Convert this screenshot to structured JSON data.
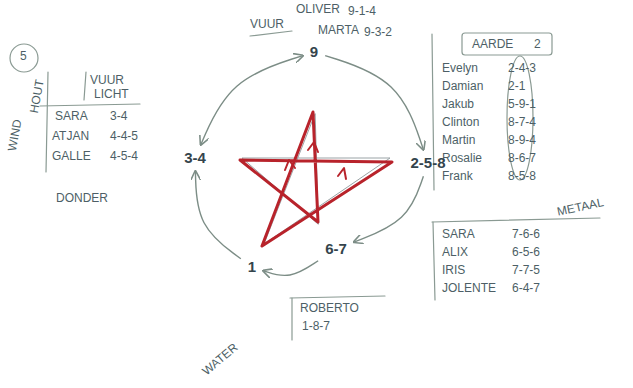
{
  "diagram": {
    "nodes": [
      {
        "text": [
          "9"
        ]
      },
      {
        "text": [
          "2-5-8"
        ]
      },
      {
        "text": [
          "6-7"
        ]
      },
      {
        "text": [
          "1"
        ]
      },
      {
        "text": [
          "3-4"
        ]
      }
    ],
    "edges": [
      {
        "from": 0,
        "to": 1,
        "arrow": "to"
      },
      {
        "from": 1,
        "to": 2,
        "arrow": "to"
      },
      {
        "from": 2,
        "to": 3,
        "arrow": "to"
      },
      {
        "from": 3,
        "to": 4,
        "arrow": "to"
      },
      {
        "from": 4,
        "to": 0,
        "arrow": "both"
      }
    ],
    "labels": [
      "VUUR",
      "OLIVER",
      "9-1-4",
      "MARTA",
      "9-3-2",
      "5",
      "WIND",
      "HOUT",
      "VUUR",
      "LICHT",
      "SARA",
      "3-4",
      "ATJAN",
      "4-4-5",
      "GALLE",
      "4-5-4",
      "DONDER",
      "AARDE",
      "2",
      "Evelyn",
      "2-4-3",
      "Damian",
      "2-1",
      "Jakub",
      "5-9-1",
      "Clinton",
      "8-7-4",
      "Martin",
      "8-9-4",
      "Rosalie",
      "8-6-7",
      "Frank",
      "8-5-8",
      "METAAL",
      "SARA",
      "7-6-6",
      "ALIX",
      "6-5-6",
      "IRIS",
      "7-7-5",
      "JOLENTE",
      "6-4-7",
      "ROBERTO",
      "1-8-7",
      "WATER"
    ]
  }
}
